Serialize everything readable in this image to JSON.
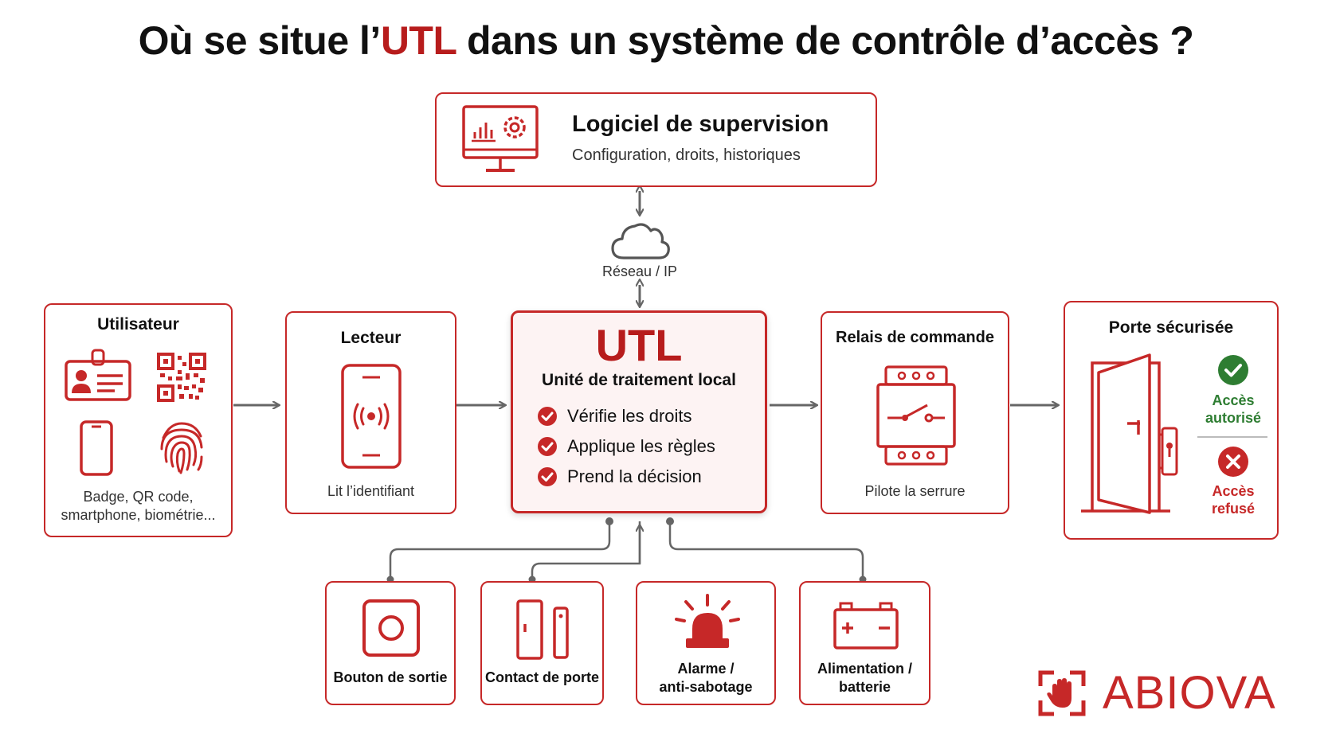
{
  "title": {
    "prefix": "Où se situe l’",
    "highlight": "UTL",
    "suffix": " dans un système de contrôle d’accès ?"
  },
  "colors": {
    "accent": "#c62828",
    "accent_dark": "#b71c1c",
    "ok_green": "#2e7d32",
    "arrow_gray": "#666666"
  },
  "supervision": {
    "icon": "monitor-settings-icon",
    "title": "Logiciel de supervision",
    "subtitle": "Configuration, droits, historiques"
  },
  "network": {
    "icon": "cloud-icon",
    "label": "Réseau / IP"
  },
  "user": {
    "title": "Utilisateur",
    "icons": [
      "id-badge-icon",
      "qr-code-icon",
      "smartphone-icon",
      "fingerprint-icon"
    ],
    "caption_line1": "Badge, QR code,",
    "caption_line2": "smartphone, biométrie..."
  },
  "reader": {
    "title": "Lecteur",
    "icon": "card-reader-icon",
    "caption": "Lit l’identifiant"
  },
  "utl": {
    "title": "UTL",
    "subtitle": "Unité de traitement local",
    "checks": [
      "Vérifie les droits",
      "Applique les règles",
      "Prend la décision"
    ]
  },
  "relay": {
    "title": "Relais de commande",
    "icon": "relay-switch-icon",
    "caption": "Pilote la serrure"
  },
  "door": {
    "title": "Porte sécurisée",
    "icon": "open-door-icon",
    "granted_line1": "Accès",
    "granted_line2": "autorisé",
    "denied_line1": "Accès",
    "denied_line2": "refusé"
  },
  "peripherals": [
    {
      "icon": "exit-button-icon",
      "line1": "Bouton de sortie",
      "line2": ""
    },
    {
      "icon": "door-contact-icon",
      "line1": "Contact de porte",
      "line2": ""
    },
    {
      "icon": "alarm-beacon-icon",
      "line1": "Alarme /",
      "line2": "anti-sabotage"
    },
    {
      "icon": "battery-icon",
      "line1": "Alimentation /",
      "line2": "batterie"
    }
  ],
  "brand": {
    "logo_icon": "abiova-hand-logo-icon",
    "name": "ABIOVA"
  }
}
